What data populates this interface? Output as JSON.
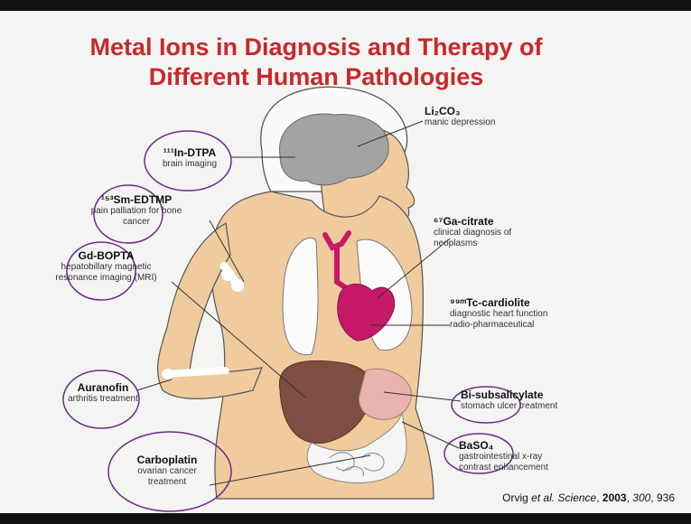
{
  "title_line1": "Metal Ions in Diagnosis and Therapy of",
  "title_line2": "Different Human Pathologies",
  "labels": {
    "li2co3": {
      "name": "Li₂CO₃",
      "desc": "manic depression"
    },
    "in_dtpa": {
      "name": "¹¹¹In-DTPA",
      "desc": "brain imaging"
    },
    "sm_edtmp": {
      "name": "¹⁵³Sm-EDTMP",
      "desc": "pain palliation for bone cancer"
    },
    "gd_bopta": {
      "name": "Gd-BOPTA",
      "desc": "hepatobillary magnetic resonance imaging (MRI)"
    },
    "ga_citrate": {
      "name": "⁶⁷Ga-citrate",
      "desc": "clinical diagnosis of neoplasms"
    },
    "tc_cardiolite": {
      "name": "⁹⁹ᵐTc-cardiolite",
      "desc": "diagnostic heart function radio-pharmaceutical"
    },
    "auranofin": {
      "name": "Auranofin",
      "desc": "arthritis treatment"
    },
    "bi_subsalicylate": {
      "name": "Bi-subsalicylate",
      "desc": "stomach ulcer treatment"
    },
    "baso4": {
      "name": "BaSO₄",
      "desc": "gastrointestinal x-ray contrast enhancement"
    },
    "carboplatin": {
      "name": "Carboplatin",
      "desc": "ovarian cancer treatment"
    }
  },
  "citation": {
    "authors": "Orvig",
    "etal": "et al. Science",
    "year": "2003",
    "volume": "300",
    "page": "936"
  },
  "colors": {
    "title": "#c8282c",
    "skin": "#efcb9e",
    "brain": "#9a9a9a",
    "heart": "#c8186a",
    "liver": "#7d4f43",
    "stomach": "#e9b4ad",
    "annotation": "#6a2b8a"
  }
}
